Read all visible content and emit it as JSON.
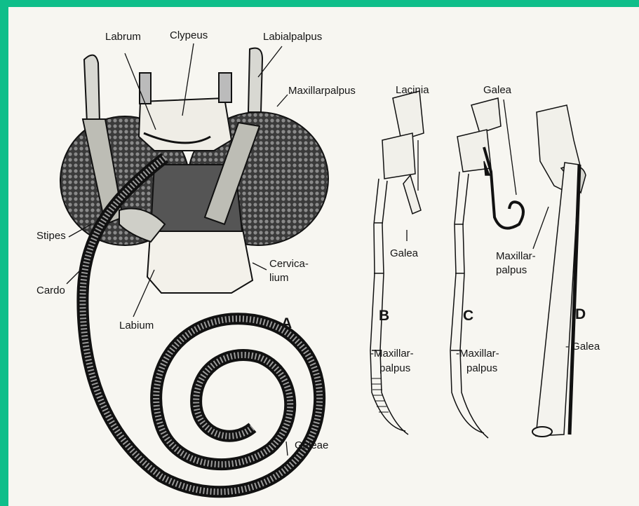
{
  "colors": {
    "border": "#0fbe8a",
    "paper": "#f7f6f1",
    "ink": "#151515"
  },
  "panels": {
    "a": "A",
    "b": "B",
    "c": "C",
    "d": "D"
  },
  "labels": {
    "labrum": "Labrum",
    "clypeus": "Clypeus",
    "labialpalpus": "Labialpalpus",
    "maxillarpalpus_a": "Maxillarpalpus",
    "stipes": "Stipes",
    "cardo": "Cardo",
    "labium": "Labium",
    "cervicalium_1": "Cervica-",
    "cervicalium_2": "lium",
    "galeae": "Galeae",
    "lacinia": "Lacinia",
    "galea_b": "Galea",
    "galea_c": "Galea",
    "maxillar_b_1": "-Maxillar-",
    "maxillar_b_2": "palpus",
    "maxillar_c_1": "-Maxillar-",
    "maxillar_c_2": "palpus",
    "maxillar_d_1": "Maxillar-",
    "maxillar_d_2": "palpus",
    "galea_d": "- Galea"
  }
}
